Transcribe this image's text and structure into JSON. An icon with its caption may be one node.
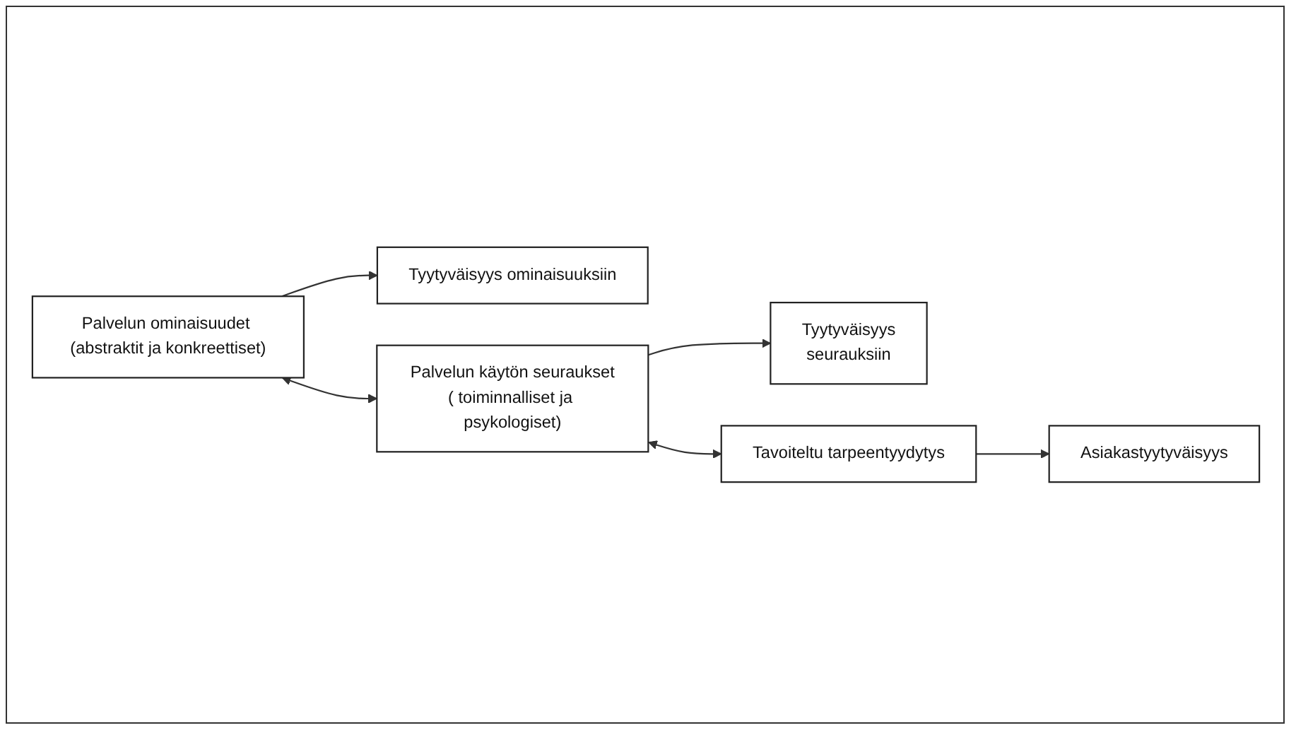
{
  "diagram": {
    "nodes": [
      {
        "text": [
          "Palvelun ominaisuudet (abstraktit ja konkreettiset)"
        ]
      },
      {
        "text": [
          "Tyytyväisyys ominaisuuksiin"
        ]
      },
      {
        "text": [
          "Palvelun käytön seuraukset",
          "( toiminnalliset ja psykologiset)"
        ]
      },
      {
        "text": [
          "Tyytyväisyys",
          "seurauksiin"
        ]
      },
      {
        "text": [
          "Tavoiteltu tarpeentyydytys"
        ]
      },
      {
        "text": [
          "Asiakastyytyväisyys"
        ]
      }
    ],
    "edges": [
      {
        "from": 0,
        "to": 1,
        "arrow": "to"
      },
      {
        "from": 0,
        "to": 2,
        "arrow": "both"
      },
      {
        "from": 2,
        "to": 3,
        "arrow": "to"
      },
      {
        "from": 2,
        "to": 4,
        "arrow": "both"
      },
      {
        "from": 4,
        "to": 5,
        "arrow": "to"
      }
    ]
  }
}
